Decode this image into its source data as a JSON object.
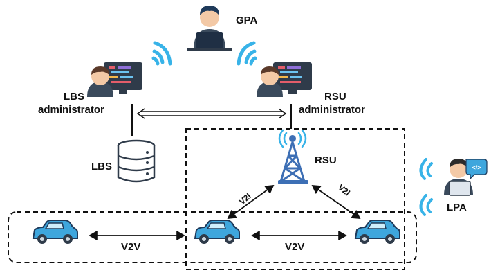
{
  "labels": {
    "gpa": "GPA",
    "lbs_admin_line1": "LBS",
    "lbs_admin_line2": "administrator",
    "rsu_admin_line1": "RSU",
    "rsu_admin_line2": "administrator",
    "lbs": "LBS",
    "rsu": "RSU",
    "lpa": "LPA",
    "v2i_left": "V2I",
    "v2i_right": "V2I",
    "v2v_left": "V2V",
    "v2v_right": "V2V",
    "laptop_code": "</>"
  },
  "colors": {
    "car_body": "#3ea6dd",
    "wifi": "#38b3e8",
    "monitor": "#2f3b4a",
    "skin": "#f3c9a6",
    "hair": "#5b3a2a",
    "shirt": "#3a4a5c",
    "tower": "#3d6fb5",
    "database": "#ffffff"
  }
}
